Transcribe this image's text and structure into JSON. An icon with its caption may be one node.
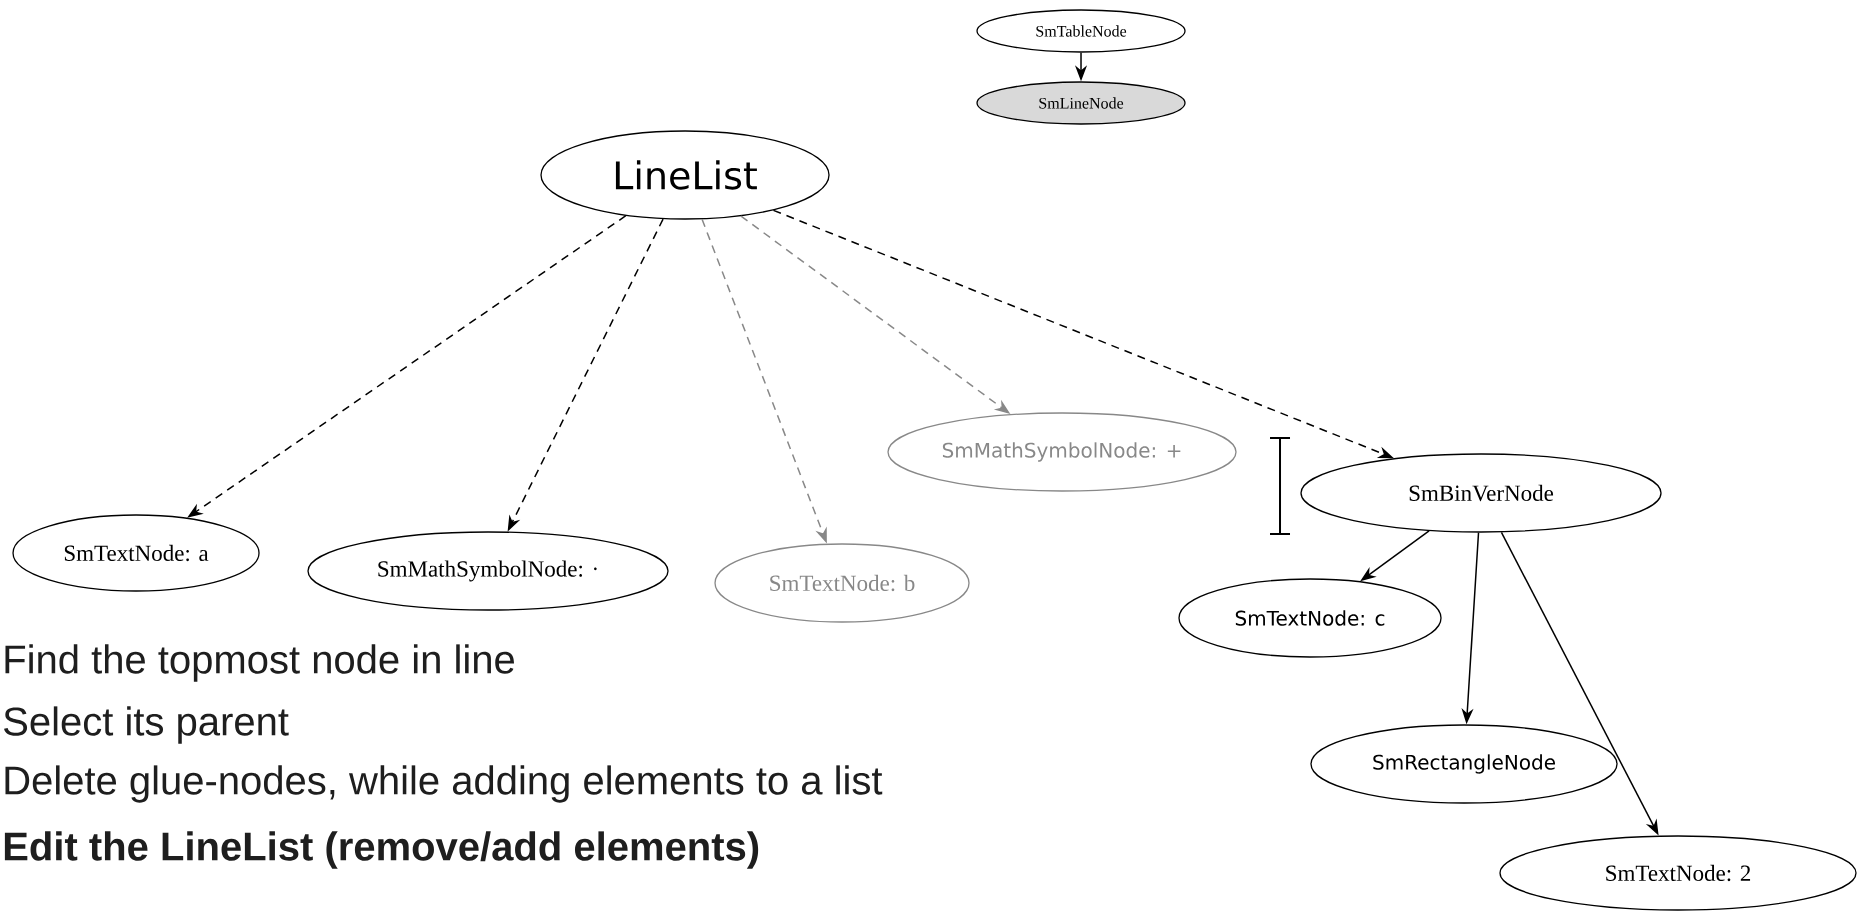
{
  "diagram": {
    "nodes": [
      {
        "text": [
          "SmTableNode"
        ]
      },
      {
        "text": [
          "SmLineNode"
        ]
      },
      {
        "text": [
          "LineList"
        ]
      },
      {
        "text": [
          "SmTextNode: a"
        ]
      },
      {
        "text": [
          "SmMathSymbolNode: ·"
        ]
      },
      {
        "text": [
          "SmTextNode: b"
        ]
      },
      {
        "text": [
          "SmMathSymbolNode: +"
        ]
      },
      {
        "text": [
          "SmBinVerNode"
        ]
      },
      {
        "text": [
          "SmTextNode: c"
        ]
      },
      {
        "text": [
          "SmRectangleNode"
        ]
      },
      {
        "text": [
          "SmTextNode: 2"
        ]
      }
    ],
    "edges": [
      {
        "from": 0,
        "to": 1,
        "arrow": "to"
      },
      {
        "from": 2,
        "to": 3,
        "arrow": "to",
        "style": "dashed"
      },
      {
        "from": 2,
        "to": 4,
        "arrow": "to",
        "style": "dashed"
      },
      {
        "from": 2,
        "to": 5,
        "arrow": "to",
        "style": "dashed",
        "color": "#888888"
      },
      {
        "from": 2,
        "to": 6,
        "arrow": "to",
        "style": "dashed",
        "color": "#888888"
      },
      {
        "from": 2,
        "to": 7,
        "arrow": "to",
        "style": "dashed"
      },
      {
        "from": 7,
        "to": 8,
        "arrow": "to"
      },
      {
        "from": 7,
        "to": 9,
        "arrow": "to"
      },
      {
        "from": 7,
        "to": 10,
        "arrow": "to"
      }
    ],
    "labels": [
      "Find the topmost node in line",
      "Select its parent",
      "Delete glue-nodes, while adding elements to a list",
      "Edit the LineList (remove/add elements)"
    ]
  }
}
